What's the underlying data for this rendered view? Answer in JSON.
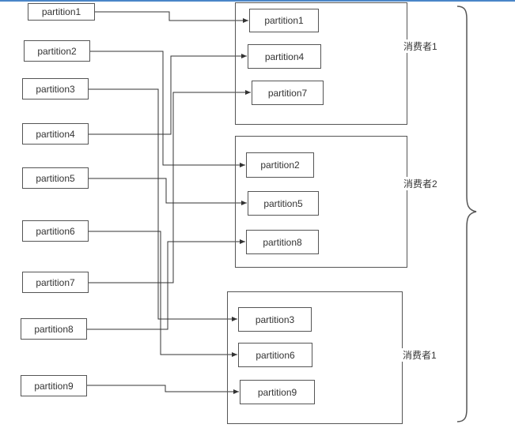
{
  "source_partitions": [
    "partition1",
    "partition2",
    "partition3",
    "partition4",
    "partition5",
    "partition6",
    "partition7",
    "partition8",
    "partition9"
  ],
  "consumers": [
    {
      "label": "消费者1",
      "partitions": [
        "partition1",
        "partition4",
        "partition7"
      ]
    },
    {
      "label": "消费者2",
      "partitions": [
        "partition2",
        "partition5",
        "partition8"
      ]
    },
    {
      "label": "消费者1",
      "partitions": [
        "partition3",
        "partition6",
        "partition9"
      ]
    }
  ],
  "colors": {
    "top_border": "#4a86c8",
    "box_border": "#555555",
    "connector_line": "#333333",
    "text": "#333333",
    "background": "#ffffff"
  }
}
